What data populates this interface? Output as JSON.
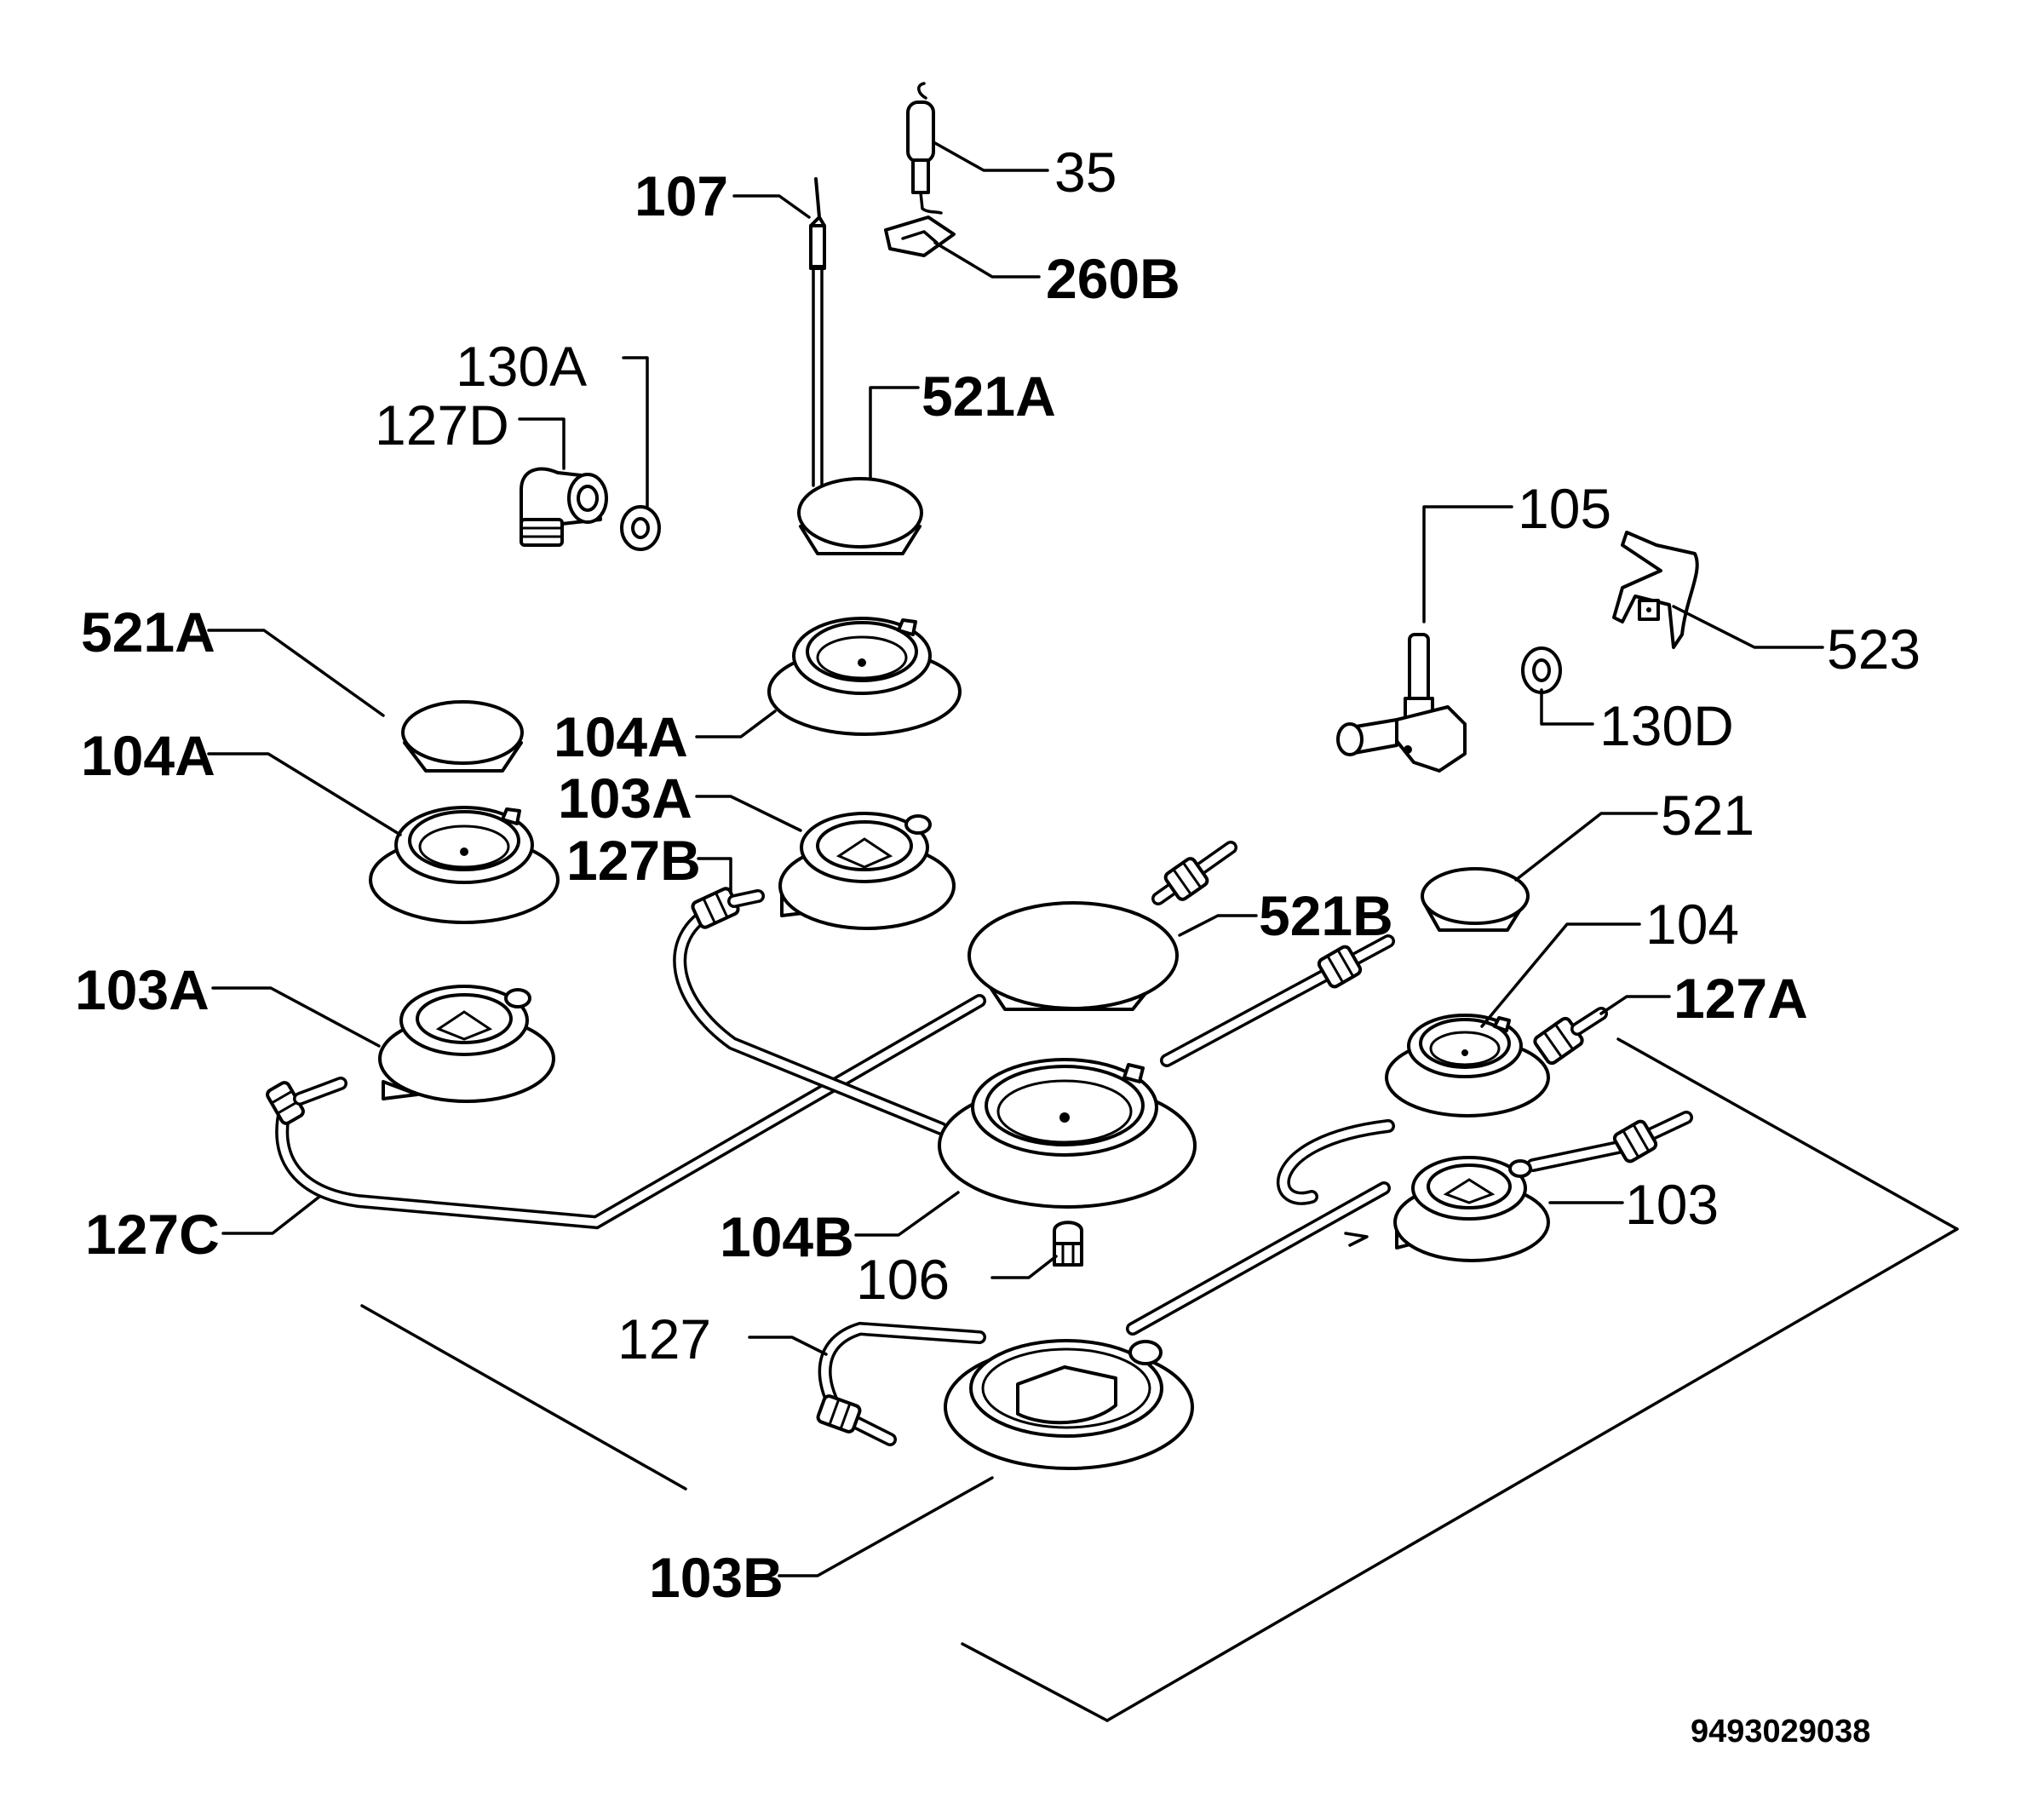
{
  "labels": {
    "l35": "35",
    "l107": "107",
    "l260b": "260B",
    "l130a": "130A",
    "l127d": "127D",
    "l521a_top": "521A",
    "l105": "105",
    "l523": "523",
    "l521a_left": "521A",
    "l104a_center": "104A",
    "l130d": "130D",
    "l104a_left": "104A",
    "l103a_center": "103A",
    "l521": "521",
    "l127b": "127B",
    "l521b": "521B",
    "l104": "104",
    "l103a_left": "103A",
    "l127a": "127A",
    "l127c": "127C",
    "l104b": "104B",
    "l103": "103",
    "l106": "106",
    "l127": "127",
    "l103b": "103B"
  },
  "drawing_code": "9493029038"
}
